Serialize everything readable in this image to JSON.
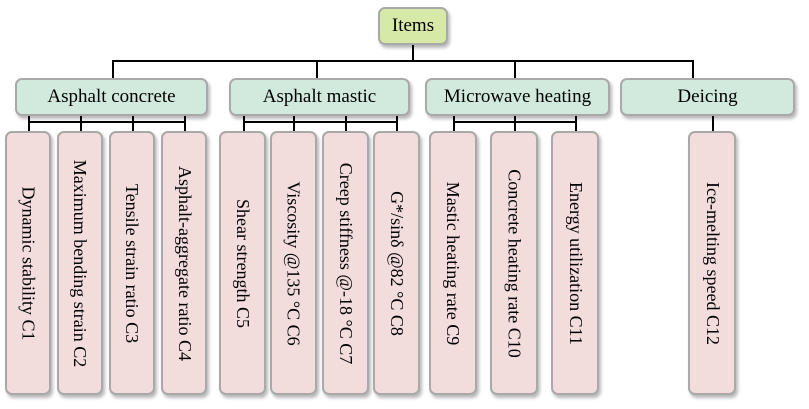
{
  "root": {
    "label": "Items"
  },
  "categories": [
    {
      "label": "Asphalt concrete",
      "items": [
        "Dynamic stability C1",
        "Maximum bending strain C2",
        "Tensile strain ratio C3",
        "Asphalt-aggregate ratio C4"
      ]
    },
    {
      "label": "Asphalt mastic",
      "items": [
        "Shear strength C5",
        "Viscosity @135 °C C6",
        "Creep stiffness @-18 °C C7",
        "G*/sinδ @82 °C C8"
      ]
    },
    {
      "label": "Microwave heating",
      "items": [
        "Mastic heating rate C9",
        "Concrete heating rate C10",
        "Energy utilization C11"
      ]
    },
    {
      "label": "Deicing",
      "items": [
        "Ice-melting speed C12"
      ]
    }
  ],
  "colors": {
    "root_fill": "#d6e9a7",
    "category_fill": "#d2eadd",
    "leaf_fill": "#f2dcdc",
    "border": "#a9a9a9",
    "line": "#000000"
  }
}
